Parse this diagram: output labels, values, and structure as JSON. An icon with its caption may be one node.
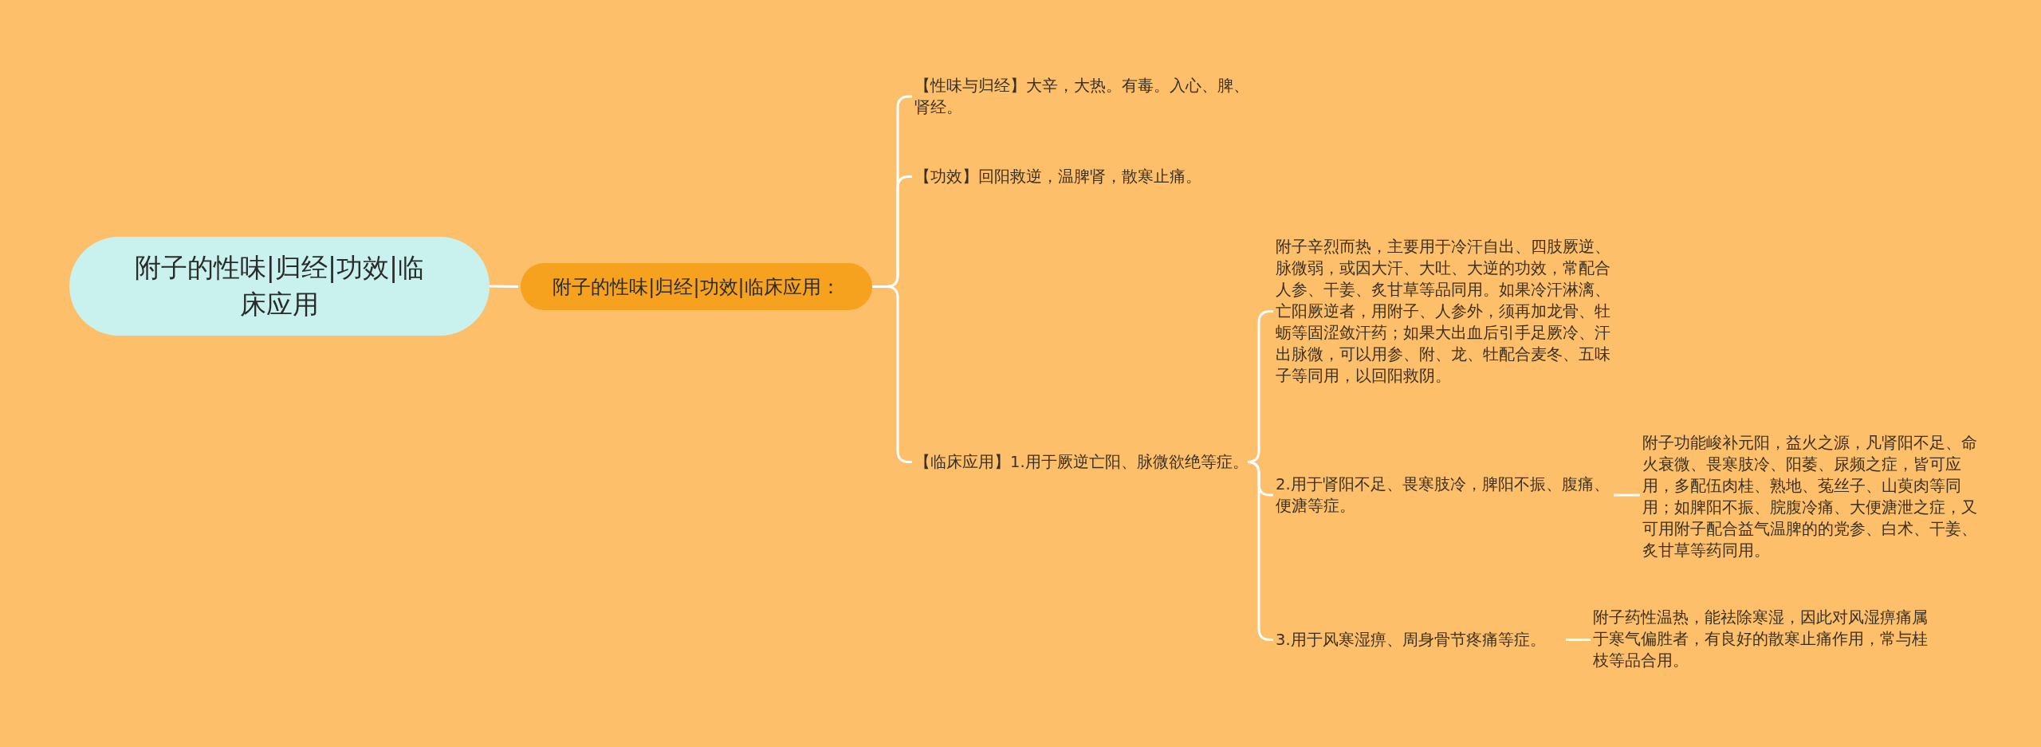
{
  "diagram": {
    "nodes": [
      {
        "text": [
          "附子的性味|归经|功效|临床应用"
        ]
      },
      {
        "text": [
          "附子的性味|归经|功效|临床应用："
        ]
      },
      {
        "text": [
          "【性味与归经】大辛，大热。有毒。入心、脾、肾经。"
        ]
      },
      {
        "text": [
          "【功效】回阳救逆，温脾肾，散寒止痛。"
        ]
      },
      {
        "text": [
          "【临床应用】1.用于厥逆亡阳、脉微欲绝等症。"
        ]
      },
      {
        "text": [
          "附子辛烈而热，主要用于冷汗自出、四肢厥逆、脉微弱，或因大汗、大吐、大逆的功效，常配合人参、干姜、炙甘草等品同用。如果冷汗淋漓、亡阳厥逆者，用附子、人参外，须再加龙骨、牡蛎等固涩敛汗药；如果大出血后引手足厥冷、汗出脉微，可以用参、附、龙、牡配合麦冬、五味子等同用，以回阳救阴。"
        ]
      },
      {
        "text": [
          "2.用于肾阳不足、畏寒肢冷，脾阳不振、腹痛、便溏等症。"
        ]
      },
      {
        "text": [
          "3.用于风寒湿痹、周身骨节疼痛等症。"
        ]
      },
      {
        "text": [
          "附子功能峻补元阳，益火之源，凡肾阳不足、命火衰微、畏寒肢冷、阳萎、尿频之症，皆可应用，多配伍肉桂、熟地、菟丝子、山萸肉等同用；如脾阳不振、脘腹冷痛、大便溏泄之症，又可用附子配合益气温脾的的党参、白术、干姜、炙甘草等药同用。"
        ]
      },
      {
        "text": [
          "附子药性温热，能祛除寒湿，因此对风湿痹痛属于寒气偏胜者，有良好的散寒止痛作用，常与桂枝等品合用。"
        ]
      }
    ],
    "edges": [
      {
        "from": 0,
        "to": 1,
        "arrow": "none"
      },
      {
        "from": 1,
        "to": 2,
        "arrow": "none"
      },
      {
        "from": 1,
        "to": 3,
        "arrow": "none"
      },
      {
        "from": 1,
        "to": 4,
        "arrow": "none"
      },
      {
        "from": 4,
        "to": 5,
        "arrow": "none"
      },
      {
        "from": 4,
        "to": 6,
        "arrow": "none"
      },
      {
        "from": 4,
        "to": 7,
        "arrow": "none"
      },
      {
        "from": 6,
        "to": 8,
        "arrow": "none"
      },
      {
        "from": 7,
        "to": 9,
        "arrow": "none"
      }
    ]
  }
}
